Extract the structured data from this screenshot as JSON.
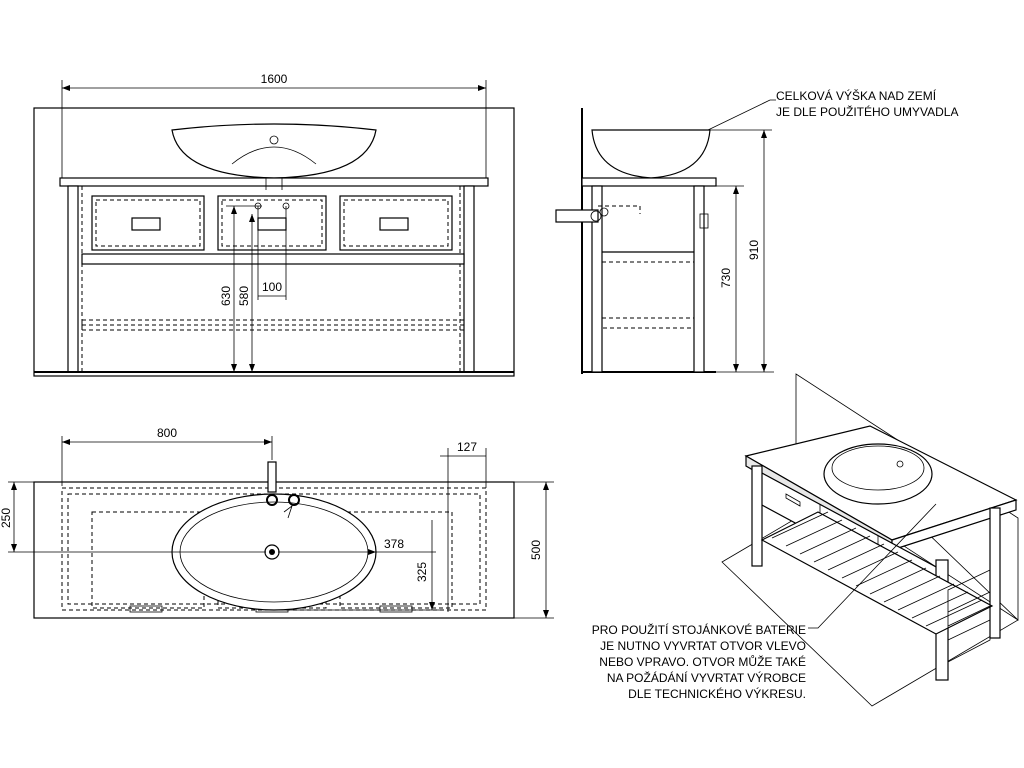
{
  "dimensions": {
    "front_width": "1600",
    "front_height_630": "630",
    "front_height_580": "580",
    "front_spacing_100": "100",
    "side_height_730": "730",
    "side_height_910": "910",
    "plan_offset_800": "800",
    "plan_offset_127": "127",
    "plan_depth_250": "250",
    "plan_radius_378": "378",
    "plan_depth_325": "325",
    "plan_depth_500": "500"
  },
  "notes": {
    "height_note": [
      "CELKOVÁ VÝŠKA NAD ZEMÍ",
      "JE DLE POUŽITÉHO UMYVADLA"
    ],
    "faucet_note": [
      "PRO POUŽITÍ STOJÁNKOVÉ BATERIE",
      "JE NUTNO VYVRTAT OTVOR VLEVO",
      "NEBO VPRAVO. OTVOR MŮŽE TAKÉ",
      "NA POŽÁDÁNÍ VYVRTAT VÝROBCE",
      "DLE TECHNICKÉHO VÝKRESU."
    ]
  },
  "colors": {
    "line": "#000000",
    "background": "#ffffff",
    "shade": "#e8e8e8"
  }
}
